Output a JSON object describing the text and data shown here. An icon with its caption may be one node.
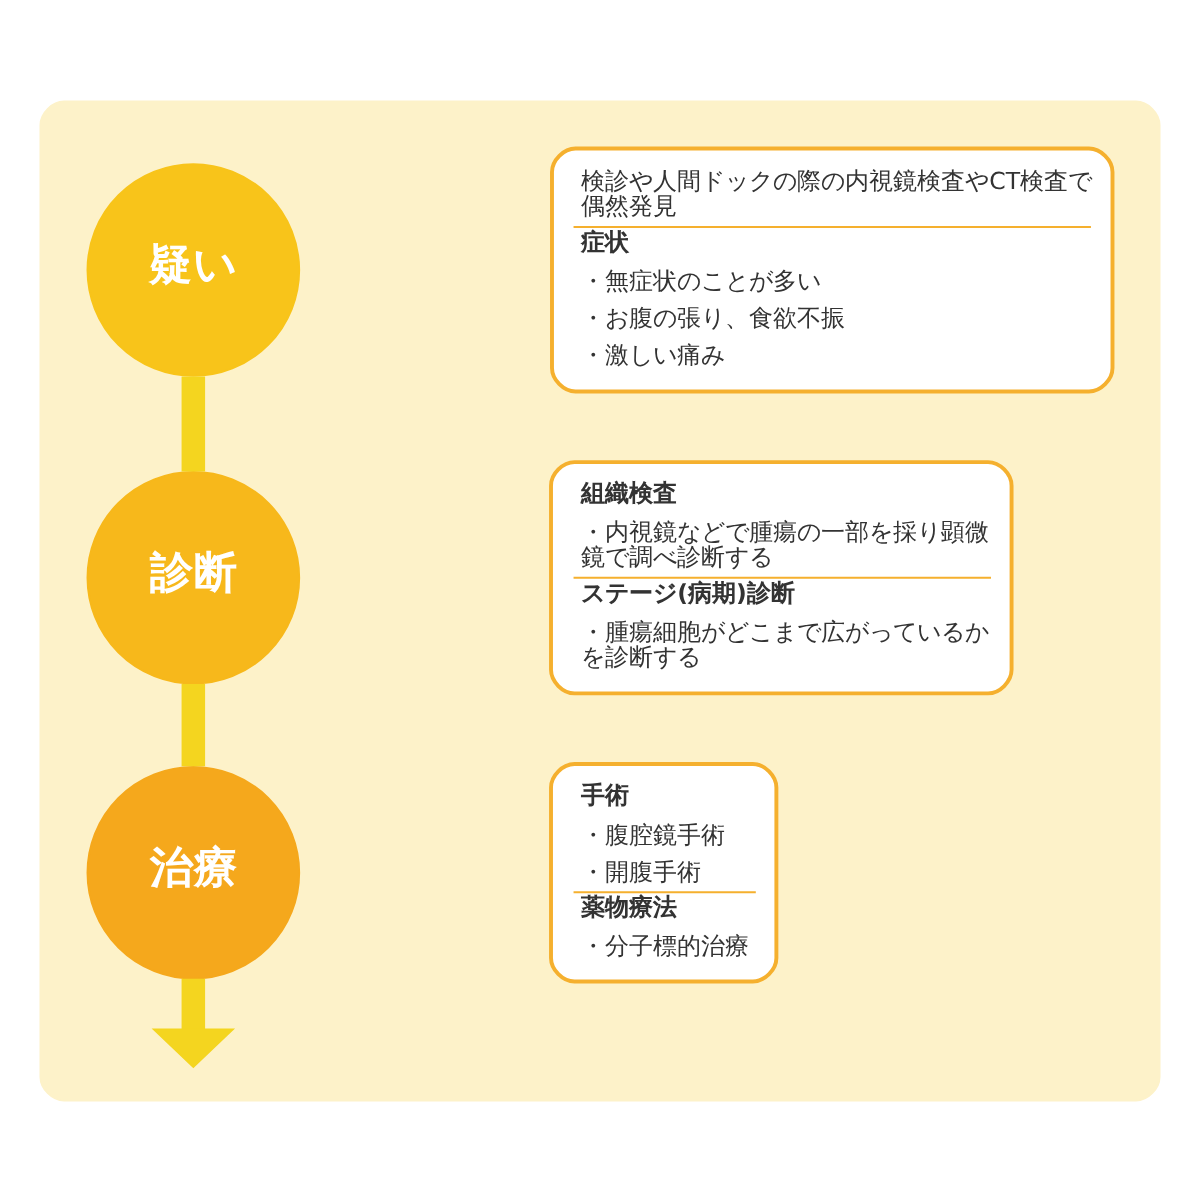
{
  "diagram": {
    "nodes": [
      {
        "text": [],
        "shape": "box"
      },
      {
        "text": [
          "疑い"
        ],
        "in": 0
      },
      {
        "text": [
          "検診や人間ドックの際の内視鏡検査やCT検査で偶然発見",
          "症状",
          "・無症状のことが多い",
          "・お腹の張り、食欲不振",
          "・激しい痛み"
        ],
        "in": 0
      },
      {
        "text": [
          "診断"
        ],
        "in": 0
      },
      {
        "text": [
          "組織検査",
          "・内視鏡などで腫瘍の一部を採り顕微鏡で調べ診断する",
          "ステージ(病期)診断",
          "・腫瘍細胞がどこまで広がっているかを診断する"
        ],
        "in": 0
      },
      {
        "text": [
          "治療"
        ],
        "in": 0
      },
      {
        "text": [
          "手術",
          "・腹腔鏡手術",
          "・開腹手術",
          "薬物療法",
          "・分子標的治療"
        ],
        "in": 0
      }
    ],
    "edges": [
      {
        "from": 1,
        "to": 3,
        "arrow": "none"
      },
      {
        "from": 3,
        "to": 5,
        "arrow": "none"
      },
      {
        "from": 5,
        "to": null,
        "arrow": "to"
      }
    ]
  }
}
